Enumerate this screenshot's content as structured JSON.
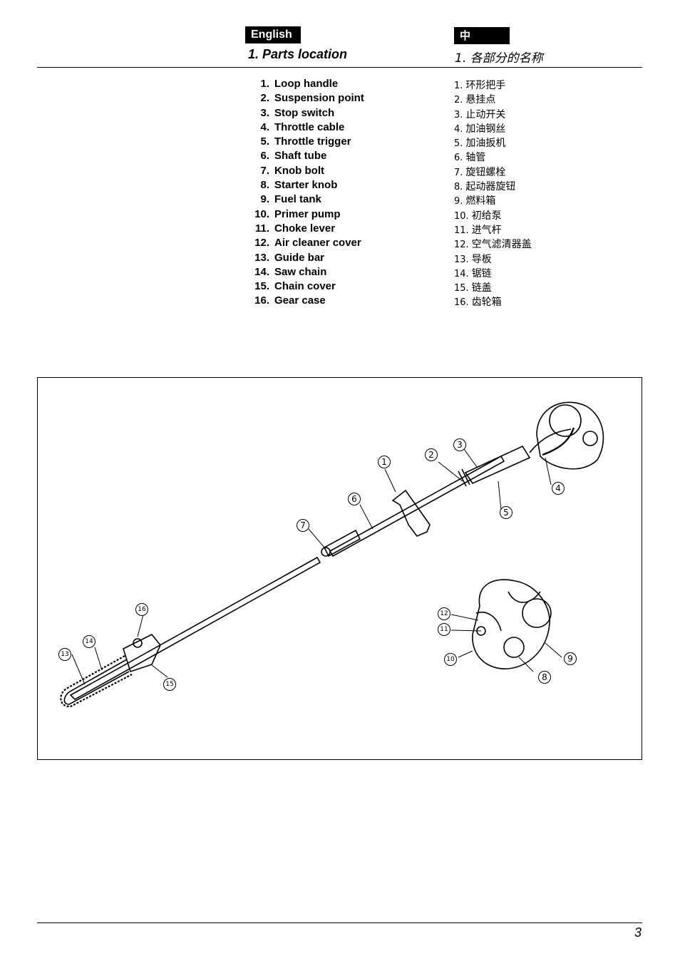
{
  "header": {
    "english_badge": "English",
    "chinese_badge": "中 文",
    "english_title": "1. Parts location",
    "chinese_title": "1. 各部分的名称"
  },
  "parts_en": [
    {
      "num": "1.",
      "label": "Loop handle"
    },
    {
      "num": "2.",
      "label": "Suspension point"
    },
    {
      "num": "3.",
      "label": "Stop switch"
    },
    {
      "num": "4.",
      "label": "Throttle cable"
    },
    {
      "num": "5.",
      "label": "Throttle trigger"
    },
    {
      "num": "6.",
      "label": "Shaft tube"
    },
    {
      "num": "7.",
      "label": "Knob bolt"
    },
    {
      "num": "8.",
      "label": "Starter knob"
    },
    {
      "num": "9.",
      "label": "Fuel tank"
    },
    {
      "num": "10.",
      "label": "Primer pump"
    },
    {
      "num": "11.",
      "label": "Choke lever"
    },
    {
      "num": "12.",
      "label": "Air cleaner cover"
    },
    {
      "num": "13.",
      "label": "Guide bar"
    },
    {
      "num": "14.",
      "label": "Saw chain"
    },
    {
      "num": "15.",
      "label": "Chain cover"
    },
    {
      "num": "16.",
      "label": "Gear case"
    }
  ],
  "parts_zh": [
    {
      "num": "1.",
      "label": "环形把手"
    },
    {
      "num": "2.",
      "label": "悬挂点"
    },
    {
      "num": "3.",
      "label": "止动开关"
    },
    {
      "num": "4.",
      "label": "加油钢丝"
    },
    {
      "num": "5.",
      "label": "加油扳机"
    },
    {
      "num": "6.",
      "label": "轴管"
    },
    {
      "num": "7.",
      "label": "旋钮螺栓"
    },
    {
      "num": "8.",
      "label": "起动器旋钮"
    },
    {
      "num": "9.",
      "label": "燃料箱"
    },
    {
      "num": "10.",
      "label": "初给泵"
    },
    {
      "num": "11.",
      "label": "进气杆"
    },
    {
      "num": "12.",
      "label": "空气滤清器盖"
    },
    {
      "num": "13.",
      "label": "导板"
    },
    {
      "num": "14.",
      "label": "锯链"
    },
    {
      "num": "15.",
      "label": "链盖"
    },
    {
      "num": "16.",
      "label": "齿轮箱"
    }
  ],
  "callouts": [
    "1",
    "2",
    "3",
    "4",
    "5",
    "6",
    "7",
    "8",
    "9",
    "10",
    "11",
    "12",
    "13",
    "14",
    "15",
    "16"
  ],
  "page_number": "3"
}
